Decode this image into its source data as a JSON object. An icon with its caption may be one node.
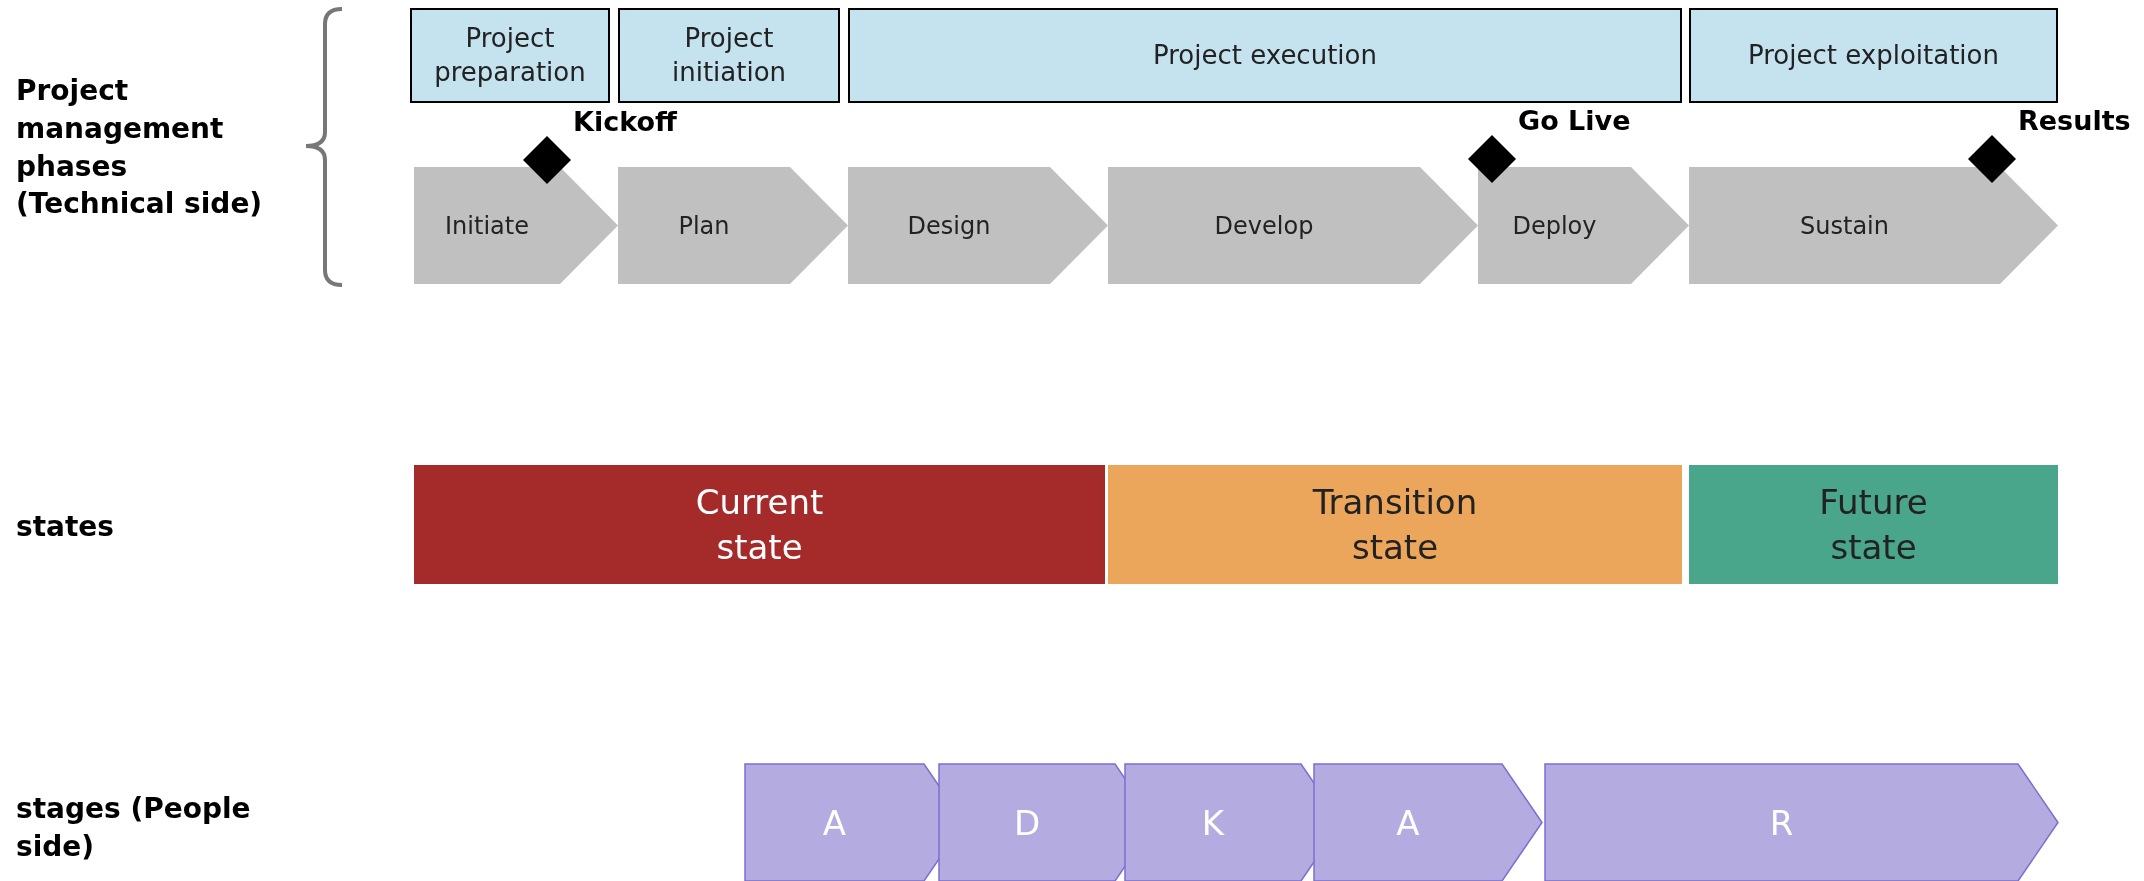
{
  "diagram": {
    "nodes": [
      {
        "text": [
          "Project preparation"
        ]
      },
      {
        "text": [
          "Project initiation"
        ]
      },
      {
        "text": [
          "Project execution"
        ]
      },
      {
        "text": [
          "Project exploitation"
        ]
      },
      {
        "text": [
          "Initiate"
        ]
      },
      {
        "text": [
          "Plan"
        ]
      },
      {
        "text": [
          "Design"
        ]
      },
      {
        "text": [
          "Develop"
        ]
      },
      {
        "text": [
          "Deploy"
        ]
      },
      {
        "text": [
          "Sustain"
        ]
      },
      {
        "text": [],
        "shape": "diamond",
        "beside": [
          "Kickoff"
        ]
      },
      {
        "text": [],
        "shape": "diamond",
        "beside": [
          "Go Live"
        ]
      },
      {
        "text": [],
        "shape": "diamond",
        "beside": [
          "Results"
        ]
      },
      {
        "text": [
          "Current state"
        ]
      },
      {
        "text": [
          "Transition state"
        ]
      },
      {
        "text": [
          "Future state"
        ]
      },
      {
        "text": [
          "A"
        ]
      },
      {
        "text": [
          "D"
        ]
      },
      {
        "text": [
          "K"
        ]
      },
      {
        "text": [
          "A"
        ]
      },
      {
        "text": [
          "R"
        ]
      }
    ],
    "edges": [],
    "labels": [
      "Project management phases (Technical side)",
      "states",
      "stages (People side)"
    ]
  }
}
